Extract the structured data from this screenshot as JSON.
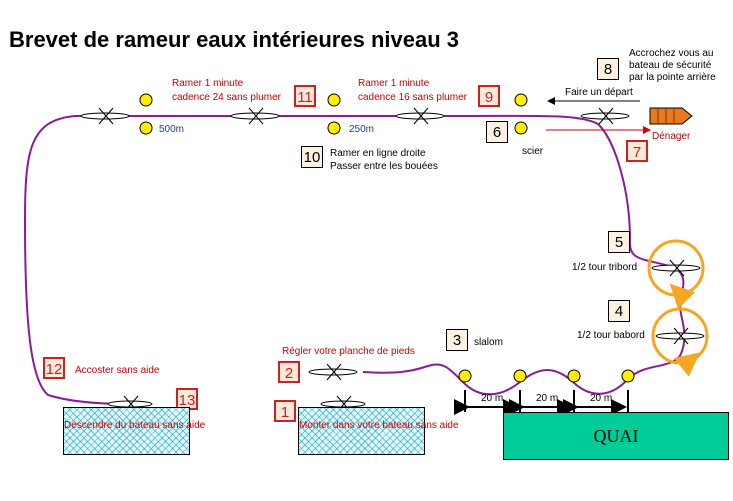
{
  "title": "Brevet de rameur eaux intérieures niveau 3",
  "steps": {
    "s1": {
      "num": "1",
      "text": "Monter dans votre bateau sans aide"
    },
    "s2": {
      "num": "2",
      "text": "Régler votre planche de pieds"
    },
    "s3": {
      "num": "3",
      "text": "slalom"
    },
    "s4": {
      "num": "4",
      "text": "1/2 tour babord"
    },
    "s5": {
      "num": "5",
      "text": "1/2 tour tribord"
    },
    "s6": {
      "num": "6",
      "text": "scier"
    },
    "s7": {
      "num": "7",
      "text": "Dénager"
    },
    "s8": {
      "num": "8",
      "line1": "Accrochez vous au",
      "line2": "bateau de sécurité",
      "line3": "par la pointe arrière"
    },
    "s9": {
      "num": "9",
      "line1": "Ramer 1 minute",
      "line2": "cadence 16 sans plumer"
    },
    "s10": {
      "num": "10",
      "line1": "Ramer en ligne droite",
      "line2": "Passer entre les bouées"
    },
    "s11": {
      "num": "11",
      "line1": "Ramer 1 minute",
      "line2": "cadence 24 sans plumer"
    },
    "s12": {
      "num": "12",
      "text": "Accoster sans aide"
    },
    "s13": {
      "num": "13",
      "text": "Descendre du bateau sans aide"
    }
  },
  "depart": "Faire un départ",
  "distances": {
    "d500": "500m",
    "d250": "250m"
  },
  "spacing": {
    "a": "20 m",
    "b": "20 m",
    "c": "20 m"
  },
  "quai": "QUAI",
  "colors": {
    "path": "#8b1a9b",
    "buoy": "#ffee00",
    "red_box": "#cc2222",
    "quai": "#00cc99",
    "turn": "#f5a623"
  }
}
